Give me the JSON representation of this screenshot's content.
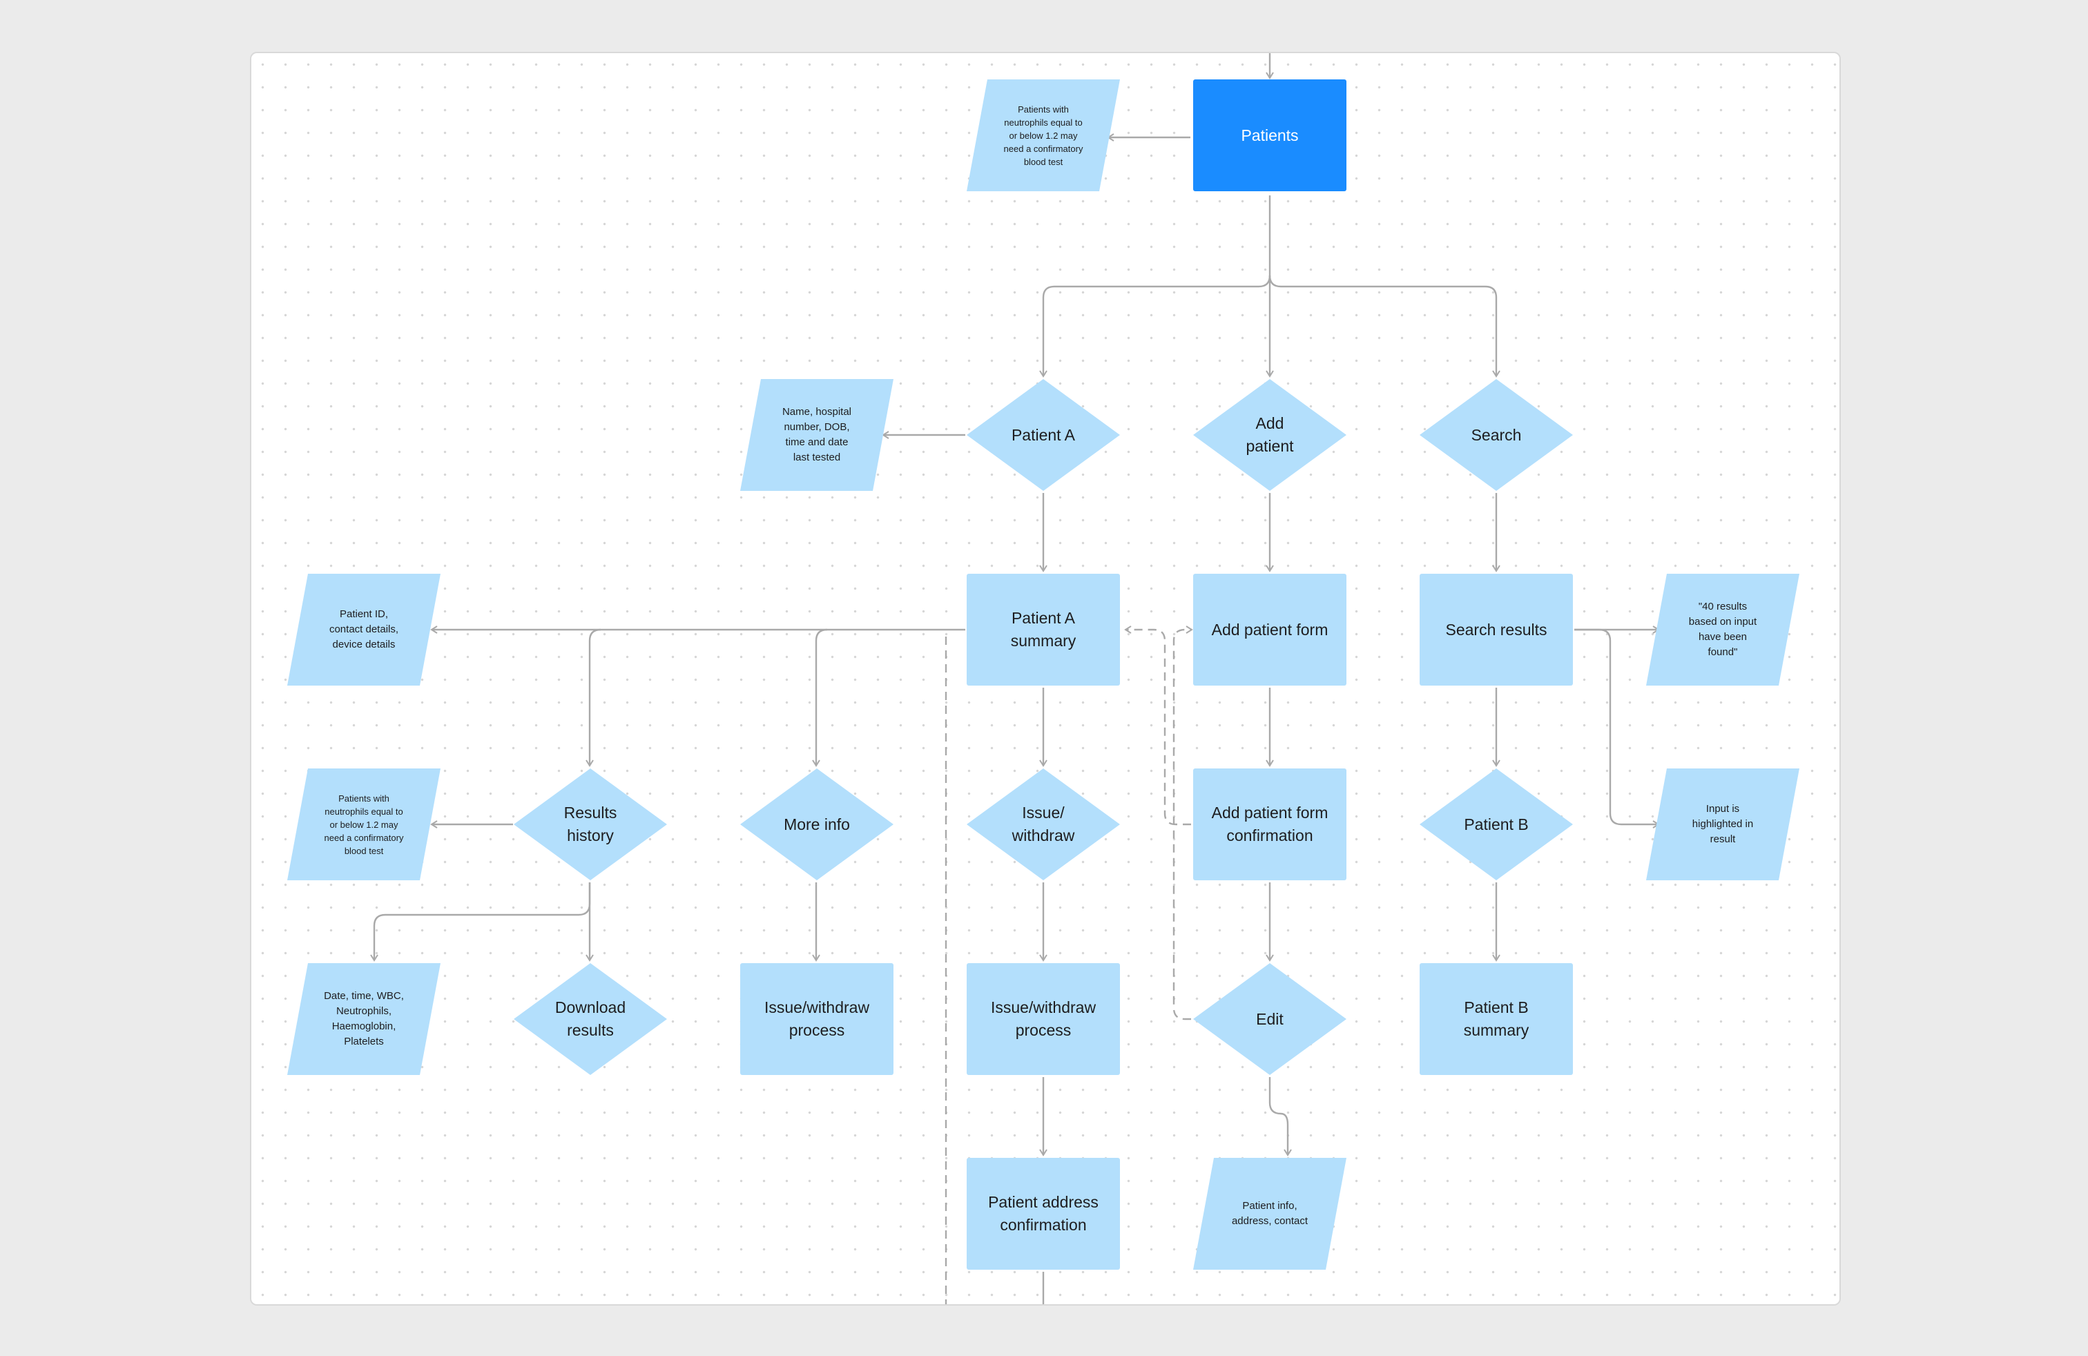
{
  "colors": {
    "canvas_bg": "#ffffff",
    "outer_bg": "#ebebeb",
    "primary": "#1a8cff",
    "shape_fill": "#b3dffc",
    "connector": "#a9a9a9"
  },
  "nodes": {
    "patients": "Patients",
    "patients_note": "Patients with\nneutrophils equal to\nor below 1.2 may\nneed a confirmatory\nblood test",
    "patient_a": "Patient A",
    "patient_a_note": "Name, hospital\nnumber, DOB,\ntime and date\nlast tested",
    "add_patient": "Add\npatient",
    "search": "Search",
    "patient_a_summary": "Patient A\nsummary",
    "patient_a_summary_note": "Patient ID,\ncontact details,\ndevice details",
    "add_patient_form": "Add patient form",
    "search_results": "Search results",
    "search_results_note": "\"40 results\nbased on input\nhave been\nfound\"",
    "results_history": "Results\nhistory",
    "results_history_note": "Patients with\nneutrophils equal to\nor below 1.2 may\nneed a confirmatory\nblood test",
    "more_info": "More info",
    "issue_withdraw": "Issue/\nwithdraw",
    "add_patient_form_confirmation": "Add patient form\nconfirmation",
    "patient_b": "Patient B",
    "patient_b_note": "Input is\nhighlighted in\nresult",
    "download_results_note": "Date, time, WBC,\nNeutrophils,\nHaemoglobin,\nPlatelets",
    "download_results": "Download\nresults",
    "issue_withdraw_process_1": "Issue/withdraw\nprocess",
    "issue_withdraw_process_2": "Issue/withdraw\nprocess",
    "edit": "Edit",
    "patient_b_summary": "Patient B\nsummary",
    "patient_address_confirmation": "Patient address\nconfirmation",
    "edit_note": "Patient info,\naddress, contact"
  }
}
